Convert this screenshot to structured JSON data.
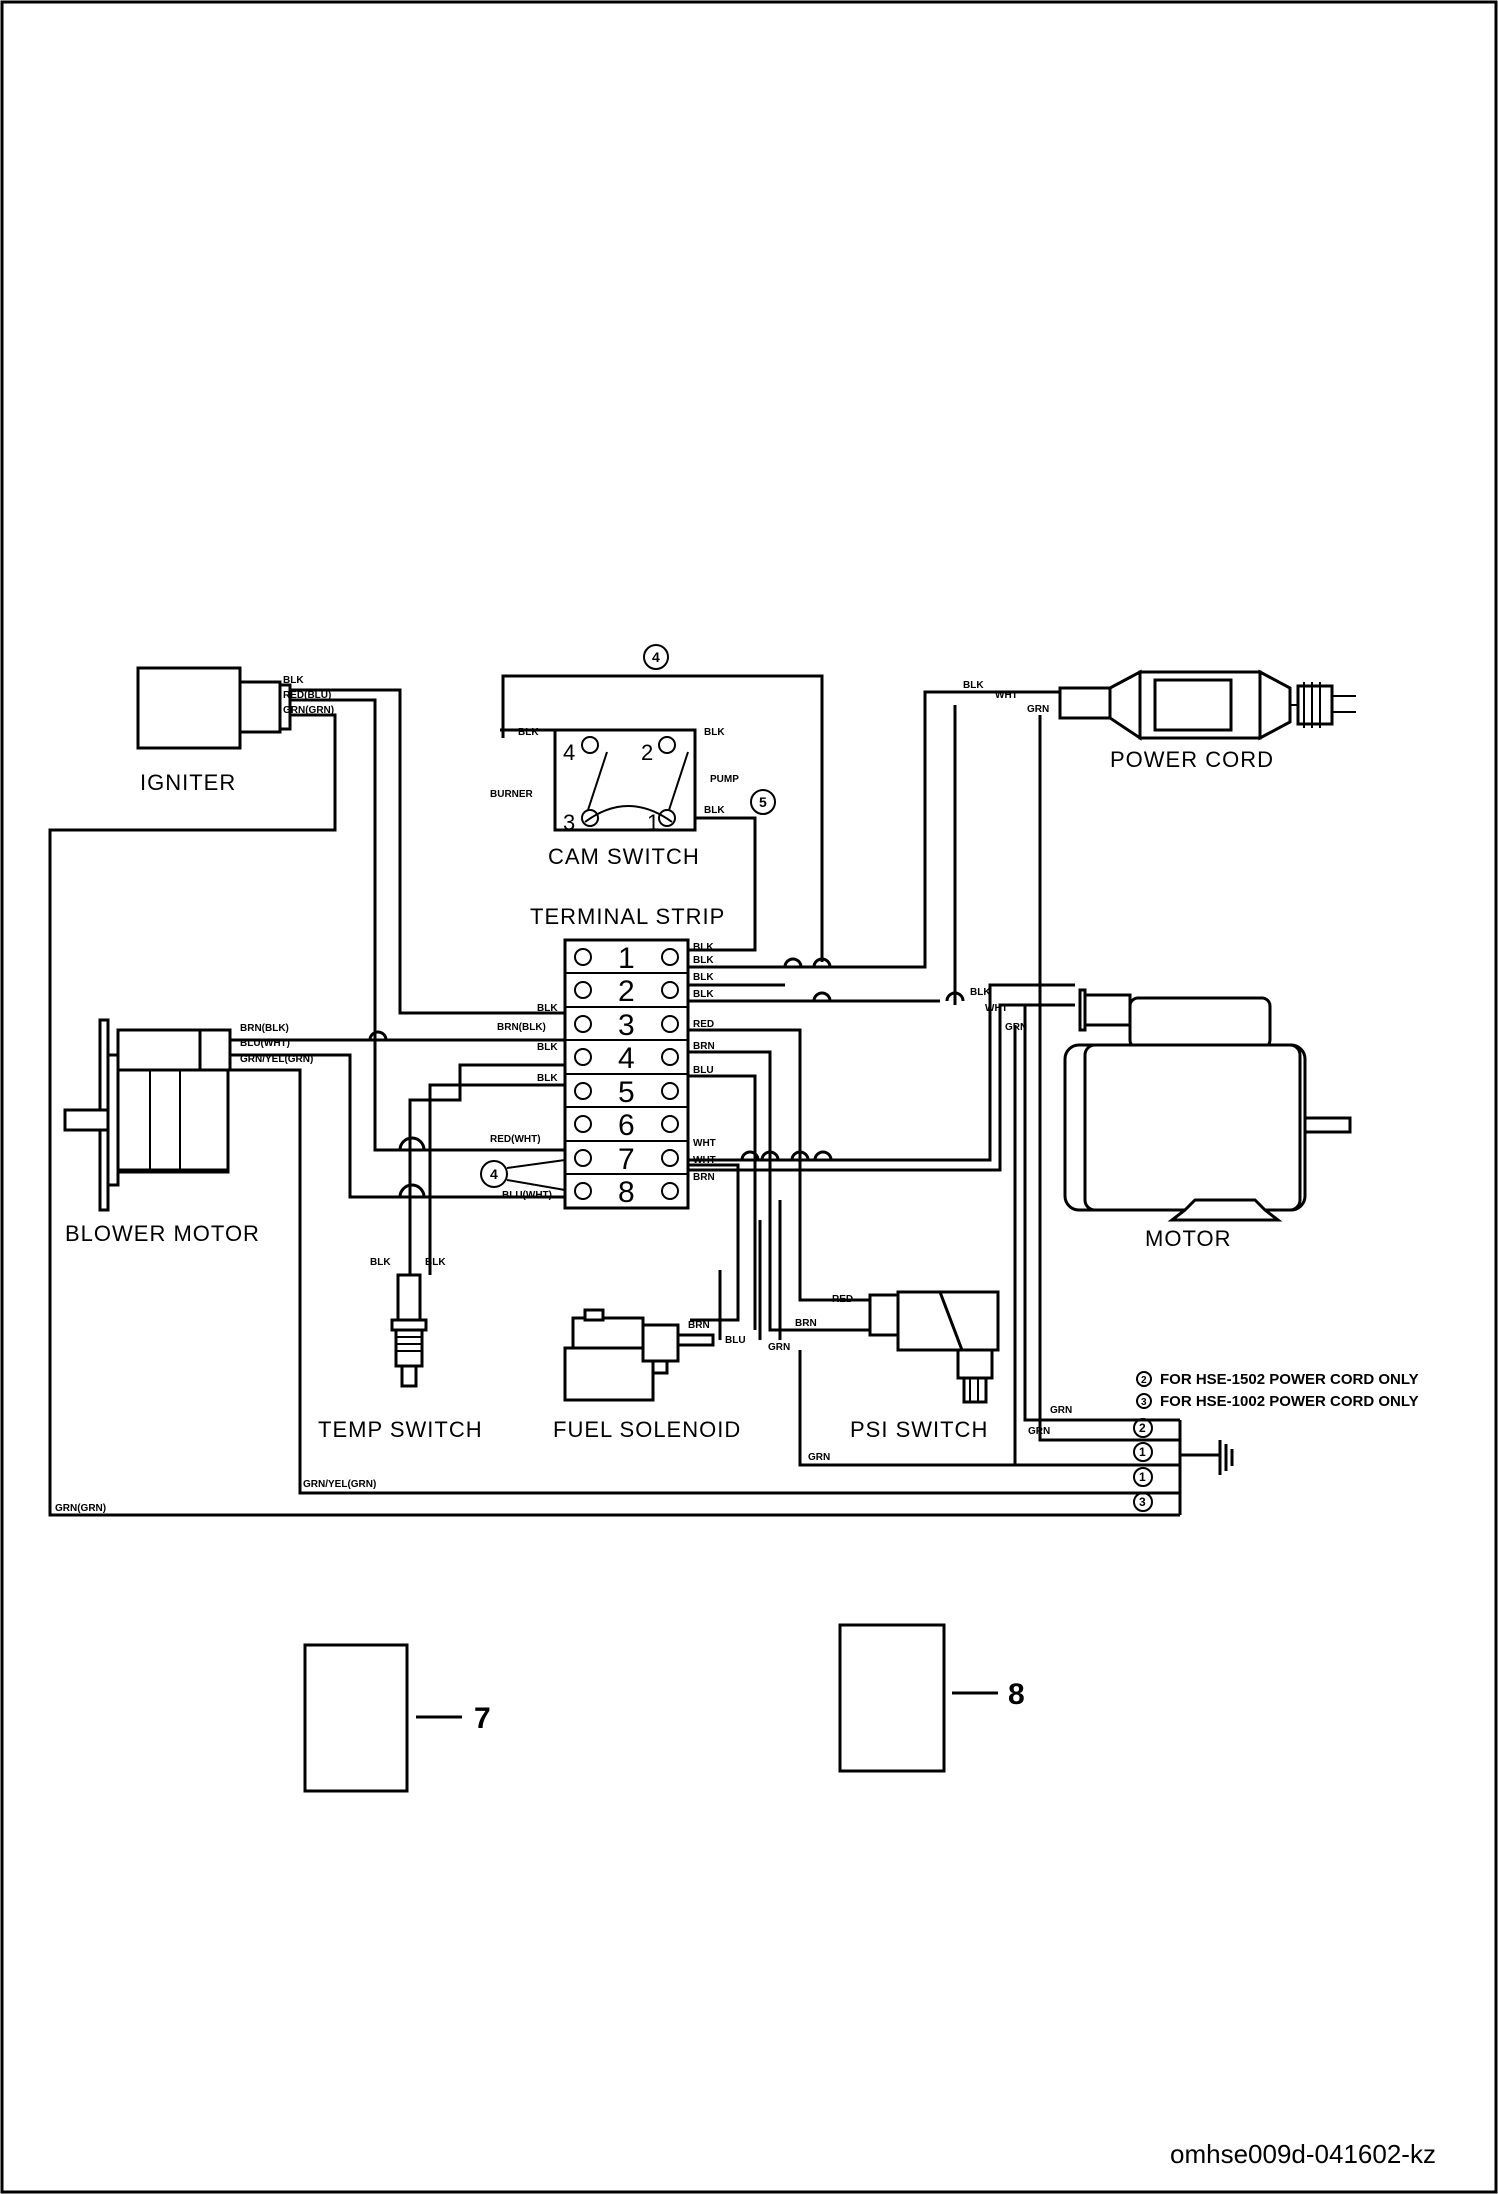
{
  "labels": {
    "igniter": "IGNITER",
    "cam_switch": "CAM SWITCH",
    "power_cord": "POWER CORD",
    "terminal_strip": "TERMINAL STRIP",
    "blower_motor": "BLOWER MOTOR",
    "motor": "MOTOR",
    "temp_switch": "TEMP SWITCH",
    "fuel_solenoid": "FUEL SOLENOID",
    "psi_switch": "PSI SWITCH",
    "burner": "BURNER",
    "pump": "PUMP"
  },
  "cam_terminals": [
    "4",
    "2",
    "3",
    "1"
  ],
  "terminal_numbers": [
    "1",
    "2",
    "3",
    "4",
    "5",
    "6",
    "7",
    "8"
  ],
  "markers": {
    "top": "4",
    "cam": "5",
    "strip": "4"
  },
  "notes": {
    "note_2": "FOR HSE-1502 POWER CORD ONLY",
    "note_3": "FOR HSE-1002 POWER CORD ONLY",
    "marker_2": "2",
    "marker_3": "3"
  },
  "ground_markers": [
    "2",
    "1",
    "1",
    "3"
  ],
  "wire_labels": {
    "ig_blk": "BLK",
    "ig_red": "RED(BLU)",
    "ig_grn": "GRN(GRN)",
    "cam_blk_tl": "BLK",
    "cam_blk_tr": "BLK",
    "cam_blk_br": "BLK",
    "pc_blk": "BLK",
    "pc_wht": "WHT",
    "pc_grn": "GRN",
    "ts_r1": "BLK",
    "ts_r1b": "BLK",
    "ts_r2": "BLK",
    "ts_r2b": "BLK",
    "ts_r3": "RED",
    "ts_r4": "BRN",
    "ts_r5": "BLU",
    "ts_r7a": "WHT",
    "ts_r7b": "WHT",
    "ts_r8": "BRN",
    "ts_l2": "BLK",
    "ts_l3": "BRN(BLK)",
    "ts_l4": "BLK",
    "ts_l5": "BLK",
    "ts_l7": "RED(WHT)",
    "ts_l8": "BLU(WHT)",
    "bm_brn": "BRN(BLK)",
    "bm_blu": "BLU(WHT)",
    "bm_grn": "GRN/YEL(GRN)",
    "m_blk": "BLK",
    "m_wht": "WHT",
    "m_grn": "GRN",
    "tsw_l": "BLK",
    "tsw_r": "BLK",
    "fs_brn": "BRN",
    "fs_blu": "BLU",
    "fs_grn": "GRN",
    "psi_red": "RED",
    "psi_brn": "BRN",
    "gnd_grn1": "GRN",
    "gnd_grn2": "GRN",
    "gnd_grn3": "GRN",
    "gnd_grnyel": "GRN/YEL(GRN)",
    "gnd_bottom": "GRN(GRN)"
  },
  "callouts": {
    "c7": "7",
    "c8": "8"
  },
  "footer": "omhse009d-041602-kz"
}
